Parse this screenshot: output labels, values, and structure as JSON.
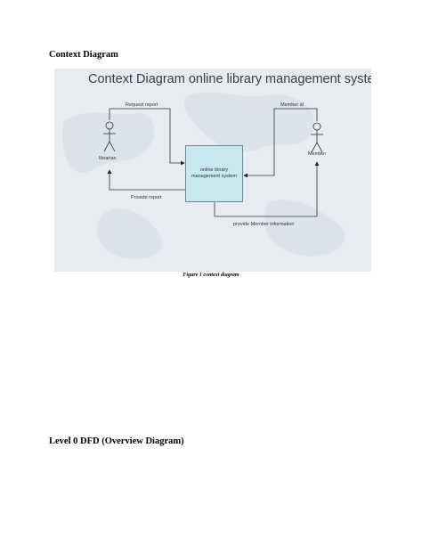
{
  "headings": {
    "context": "Context Diagram",
    "level0": "Level 0 DFD (Overview Diagram)"
  },
  "figure": {
    "title": "Context Diagram online library management system",
    "caption": "Figure 1 context diagram",
    "process": "online library management system",
    "entities": {
      "librarian": "librarian",
      "member": "Member"
    },
    "flows": {
      "request_report": "Request report",
      "provide_report": "Provide report",
      "member_id": "Member id",
      "provide_member_information": "provide Member information"
    }
  },
  "colors": {
    "background": "#e8ecf1",
    "process_fill": "#c9e7ef",
    "line": "#333333"
  }
}
